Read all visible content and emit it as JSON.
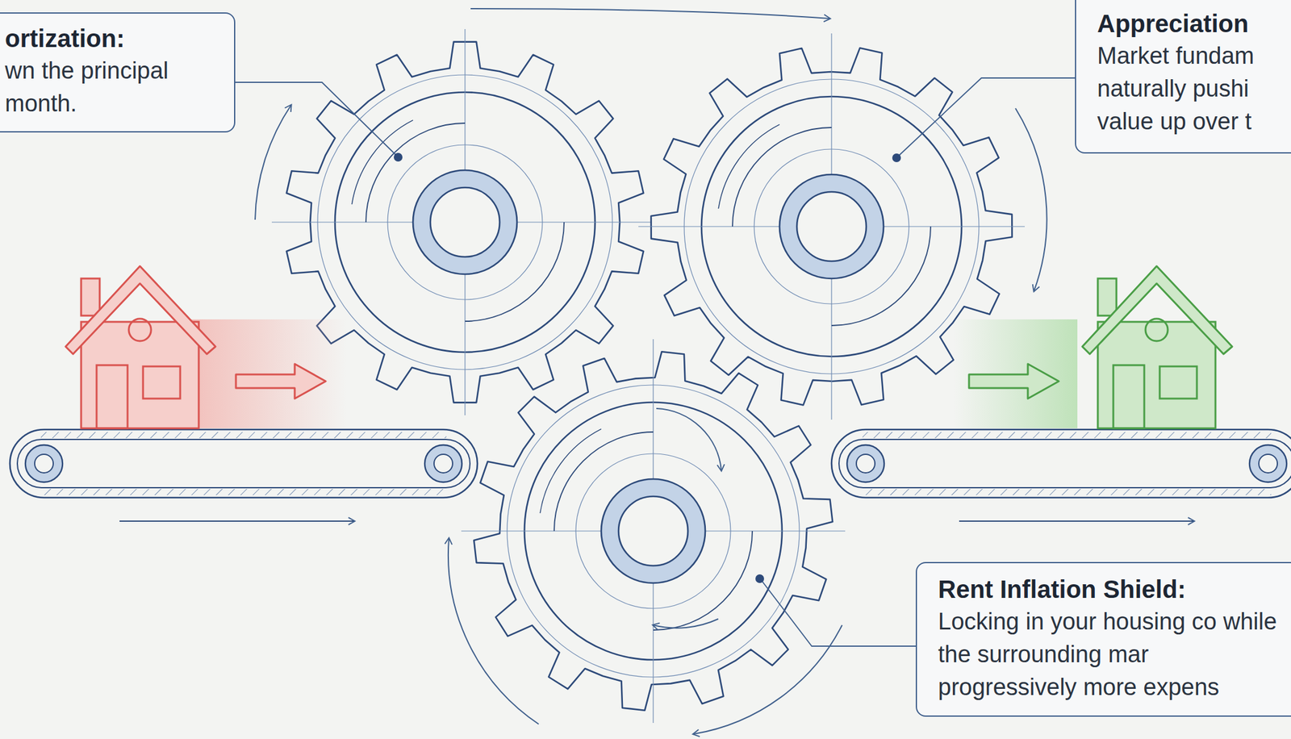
{
  "diagram": {
    "nodes": [
      {
        "text": [
          "ortization:",
          "wn the principal month."
        ]
      },
      {
        "text": [
          "Appreciation",
          "Market fundam naturally pushi value up over t"
        ]
      },
      {
        "text": [
          "Rent Inflation Shield:",
          "Locking in your housing co while the surrounding mar progressively more expens"
        ]
      }
    ]
  }
}
